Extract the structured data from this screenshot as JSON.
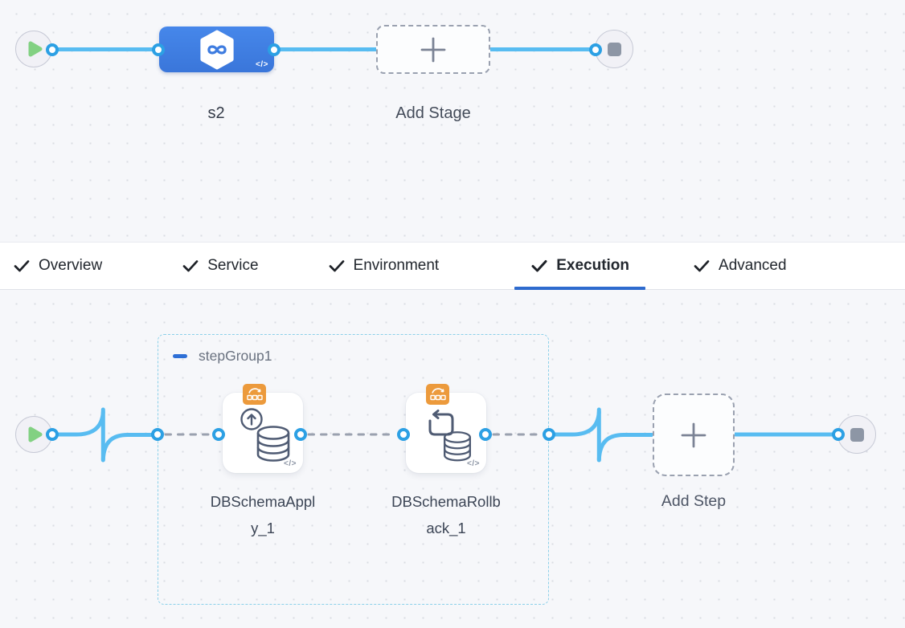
{
  "pipeline_canvas": {
    "stage": {
      "name": "s2",
      "code_badge": "</>"
    },
    "add_stage": {
      "label": "Add Stage"
    }
  },
  "tab_bar": {
    "tabs": [
      {
        "label": "Overview",
        "checked": true,
        "active": false
      },
      {
        "label": "Service",
        "checked": true,
        "active": false
      },
      {
        "label": "Environment",
        "checked": true,
        "active": false
      },
      {
        "label": "Execution",
        "checked": true,
        "active": true
      },
      {
        "label": "Advanced",
        "checked": true,
        "active": false
      }
    ]
  },
  "execution_canvas": {
    "step_group": {
      "label": "stepGroup1"
    },
    "steps": [
      {
        "name": "DBSchemaApply_1",
        "display_lines": [
          "DBSchemaAppl",
          "y_1"
        ],
        "code_badge": "</>"
      },
      {
        "name": "DBSchemaRollback_1",
        "display_lines": [
          "DBSchemaRollb",
          "ack_1"
        ],
        "code_badge": "</>"
      }
    ],
    "add_step": {
      "label": "Add Step"
    }
  },
  "colors": {
    "connector_blue": "#58BCF1",
    "ring_blue": "#2CA0E4",
    "stage_blue": "#3E7DE0",
    "active_tab_underline": "#2E6BCE",
    "step_group_border": "#8BD0E9",
    "badge_orange": "#EC9A3C",
    "play_green": "#82D182",
    "stop_gray": "#8D96A5"
  }
}
